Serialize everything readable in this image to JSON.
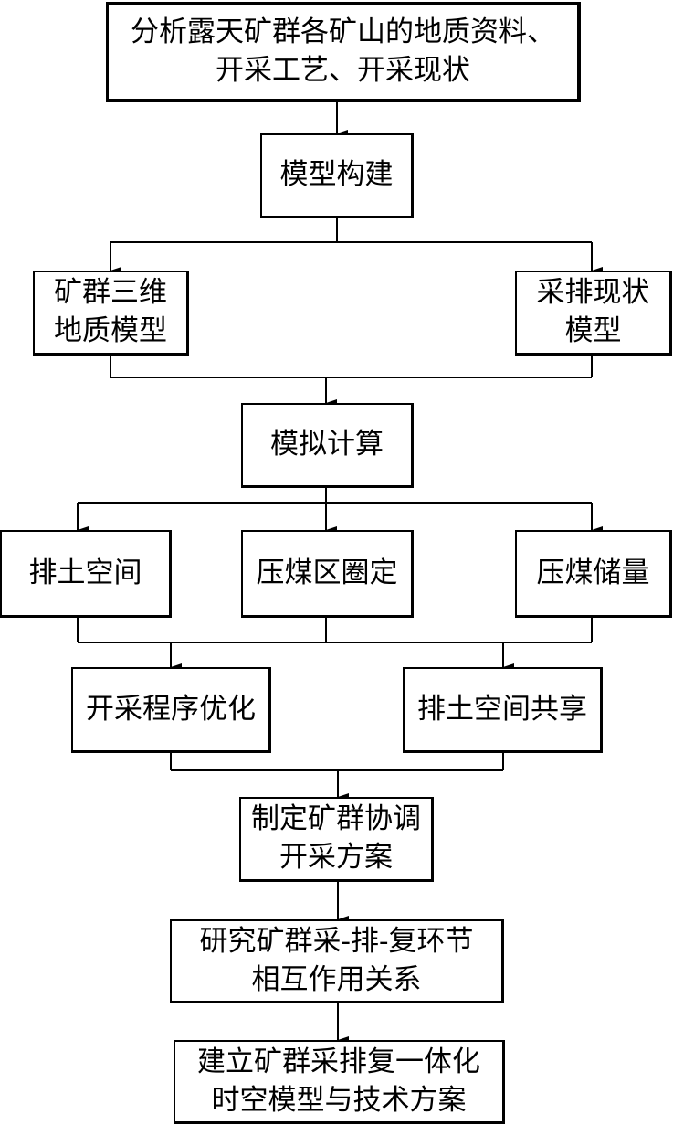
{
  "title": "露天矿群采排复一体化研究技术路线",
  "nodes": {
    "analyze": {
      "lines": [
        "分析露天矿群各矿山的地质资料、",
        "开采工艺、开采现状"
      ]
    },
    "build_model": {
      "lines": [
        "模型构建"
      ]
    },
    "geo_model": {
      "lines": [
        "矿群三维",
        "地质模型"
      ]
    },
    "mining_status_model": {
      "lines": [
        "采排现状",
        "模型"
      ]
    },
    "simulation": {
      "lines": [
        "模拟计算"
      ]
    },
    "dump_space": {
      "lines": [
        "排土空间"
      ]
    },
    "coal_zone": {
      "lines": [
        "压煤区圈定"
      ]
    },
    "coal_reserve": {
      "lines": [
        "压煤储量"
      ]
    },
    "sequence_opt": {
      "lines": [
        "开采程序优化"
      ]
    },
    "dump_sharing": {
      "lines": [
        "排土空间共享"
      ]
    },
    "coord_plan": {
      "lines": [
        "制定矿群协调",
        "开采方案"
      ]
    },
    "interaction": {
      "lines": [
        "研究矿群采-排-复环节",
        "相互作用关系"
      ]
    },
    "integrated_model": {
      "lines": [
        "建立矿群采排复一体化",
        "时空模型与技术方案"
      ]
    }
  },
  "edges": [
    {
      "from": "analyze",
      "to": "build_model"
    },
    {
      "from": "build_model",
      "to": "geo_model"
    },
    {
      "from": "build_model",
      "to": "mining_status_model"
    },
    {
      "from": "geo_model",
      "to": "simulation"
    },
    {
      "from": "mining_status_model",
      "to": "simulation"
    },
    {
      "from": "simulation",
      "to": "dump_space"
    },
    {
      "from": "simulation",
      "to": "coal_zone"
    },
    {
      "from": "simulation",
      "to": "coal_reserve"
    },
    {
      "from": "dump_space",
      "to": "sequence_opt"
    },
    {
      "from": "coal_zone",
      "to": "sequence_opt"
    },
    {
      "from": "coal_reserve",
      "to": "sequence_opt"
    },
    {
      "from": "dump_space",
      "to": "dump_sharing"
    },
    {
      "from": "coal_zone",
      "to": "dump_sharing"
    },
    {
      "from": "coal_reserve",
      "to": "dump_sharing"
    },
    {
      "from": "sequence_opt",
      "to": "coord_plan"
    },
    {
      "from": "dump_sharing",
      "to": "coord_plan"
    },
    {
      "from": "coord_plan",
      "to": "interaction"
    },
    {
      "from": "interaction",
      "to": "integrated_model"
    }
  ]
}
